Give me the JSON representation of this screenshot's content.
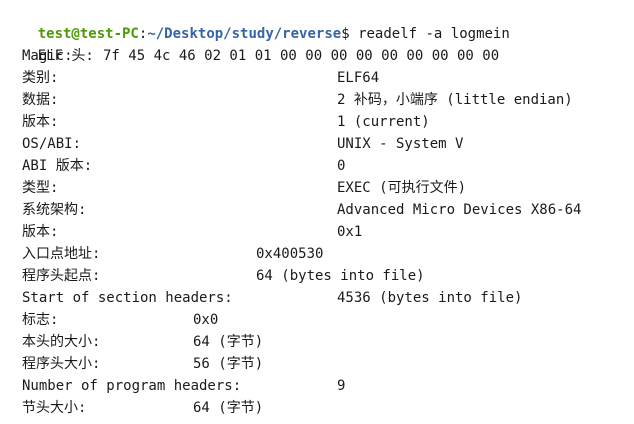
{
  "prompt": {
    "user_host": "test@test-PC",
    "sep": ":",
    "path": "~/Desktop/study/reverse",
    "symbol": "$",
    "command": "readelf -a logmein"
  },
  "elf": {
    "header": "ELF 头:",
    "rows": [
      {
        "label": "Magic:",
        "value": "7f 45 4c 46 02 01 01 00 00 00 00 00 00 00 00 00"
      },
      {
        "label": "类别:",
        "value": "ELF64"
      },
      {
        "label": "数据:",
        "value": "2 补码，小端序 (little endian)"
      },
      {
        "label": "版本:",
        "value": "1 (current)"
      },
      {
        "label": "OS/ABI:",
        "value": "UNIX - System V"
      },
      {
        "label": "ABI 版本:",
        "value": "0"
      },
      {
        "label": "类型:",
        "value": "EXEC (可执行文件)"
      },
      {
        "label": "系统架构:",
        "value": "Advanced Micro Devices X86-64"
      },
      {
        "label": "版本:",
        "value": "0x1"
      },
      {
        "label": "入口点地址:",
        "value": "0x400530"
      },
      {
        "label": "程序头起点:",
        "value": "64 (bytes into file)"
      },
      {
        "label": "Start of section headers:",
        "value": "4536 (bytes into file)"
      },
      {
        "label": "标志:",
        "value": "0x0"
      },
      {
        "label": "本头的大小:",
        "value": "64 (字节)"
      },
      {
        "label": "程序头大小:",
        "value": "56 (字节)"
      },
      {
        "label": "Number of program headers:",
        "value": "9"
      },
      {
        "label": "节头大小:",
        "value": "64 (字节)"
      }
    ]
  },
  "colors": {
    "prompt_user": "#4e9a06",
    "prompt_path": "#3465a4",
    "text": "#1a1a1a",
    "background": "#ffffff"
  }
}
